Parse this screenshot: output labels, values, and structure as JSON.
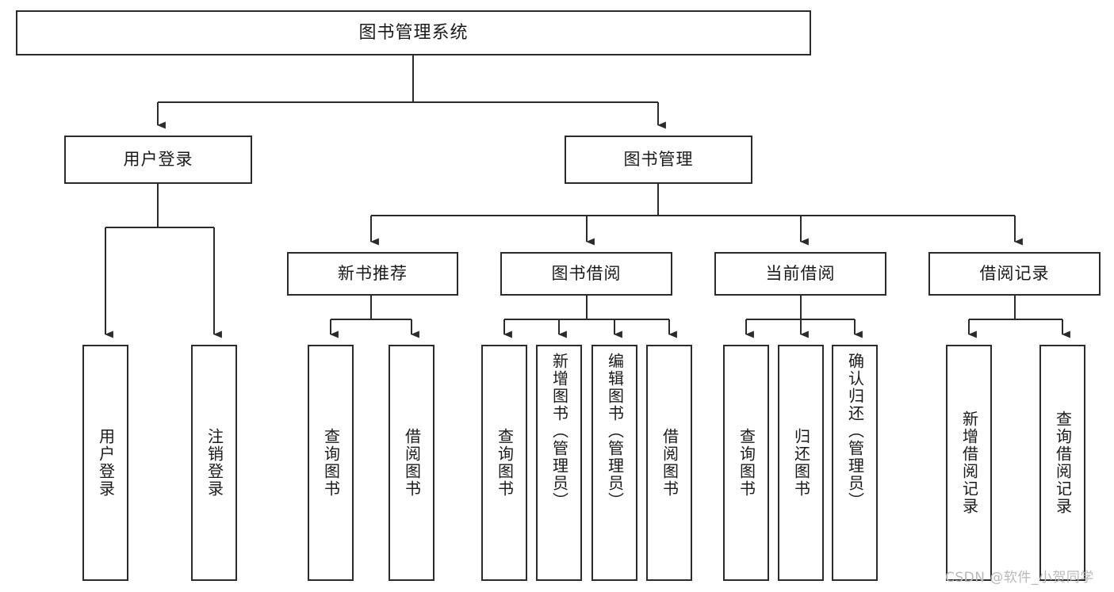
{
  "diagram": {
    "title": "图书管理系统",
    "type": "tree",
    "root": {
      "id": "root",
      "label": "图书管理系统"
    },
    "level2": [
      {
        "id": "user-login",
        "label": "用户登录"
      },
      {
        "id": "book-manage",
        "label": "图书管理"
      }
    ],
    "level3": [
      {
        "id": "new-book-recommend",
        "label": "新书推荐",
        "parent": "book-manage"
      },
      {
        "id": "book-borrow",
        "label": "图书借阅",
        "parent": "book-manage"
      },
      {
        "id": "current-borrow",
        "label": "当前借阅",
        "parent": "book-manage"
      },
      {
        "id": "borrow-record",
        "label": "借阅记录",
        "parent": "book-manage"
      }
    ],
    "leaves": [
      {
        "id": "leaf-user-login",
        "label": "用户登录",
        "parent": "user-login"
      },
      {
        "id": "leaf-user-logout",
        "label": "注销登录",
        "parent": "user-login"
      },
      {
        "id": "leaf-query-book-1",
        "label": "查询图书",
        "parent": "new-book-recommend"
      },
      {
        "id": "leaf-borrow-book-1",
        "label": "借阅图书",
        "parent": "new-book-recommend"
      },
      {
        "id": "leaf-query-book-2",
        "label": "查询图书",
        "parent": "book-borrow"
      },
      {
        "id": "leaf-add-book",
        "label": "新增图书（管理员）",
        "parent": "book-borrow"
      },
      {
        "id": "leaf-edit-book",
        "label": "编辑图书（管理员）",
        "parent": "book-borrow"
      },
      {
        "id": "leaf-borrow-book-2",
        "label": "借阅图书",
        "parent": "book-borrow"
      },
      {
        "id": "leaf-query-book-3",
        "label": "查询图书",
        "parent": "current-borrow"
      },
      {
        "id": "leaf-return-book",
        "label": "归还图书",
        "parent": "current-borrow"
      },
      {
        "id": "leaf-confirm-return",
        "label": "确认归还（管理员）",
        "parent": "current-borrow"
      },
      {
        "id": "leaf-add-record",
        "label": "新增借阅记录",
        "parent": "borrow-record"
      },
      {
        "id": "leaf-query-record",
        "label": "查询借阅记录",
        "parent": "borrow-record"
      }
    ],
    "colors": {
      "box_border": "#2b2b2b",
      "box_fill": "#ffffff",
      "connector": "#2b2b2b",
      "background": "#ffffff",
      "watermark_text": "#b9b9b9"
    }
  },
  "watermark": {
    "text": "CSDN @软件_小贺同学"
  }
}
